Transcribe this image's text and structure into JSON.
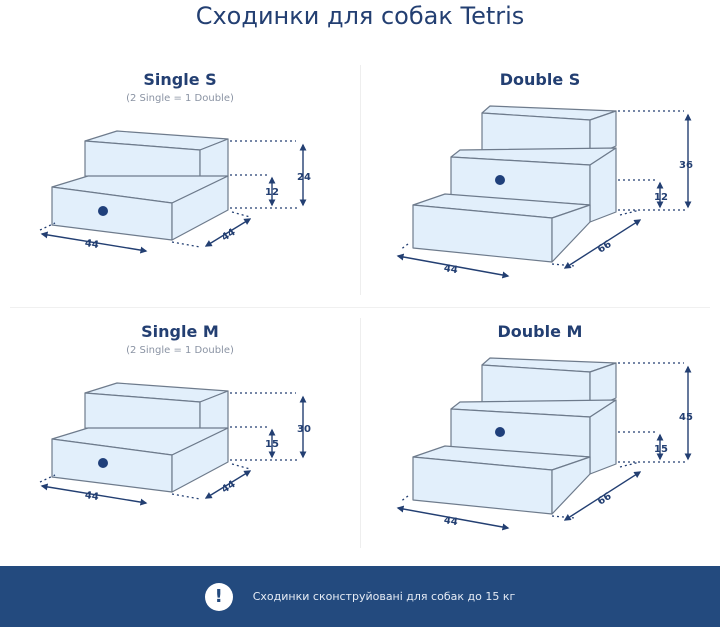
{
  "title": "Сходинки для собак Tetris",
  "cards": [
    {
      "name": "Single S",
      "note": "(2 Single = 1 Double)",
      "height_total": "24",
      "step_height": "12",
      "width": "44",
      "depth": "44"
    },
    {
      "name": "Double S",
      "height_total": "36",
      "step_height": "12",
      "width": "44",
      "depth": "66"
    },
    {
      "name": "Single M",
      "note": "(2 Single = 1 Double)",
      "height_total": "30",
      "step_height": "15",
      "width": "44",
      "depth": "44"
    },
    {
      "name": "Double M",
      "height_total": "45",
      "step_height": "15",
      "width": "44",
      "depth": "66"
    }
  ],
  "footer": {
    "icon": "exclamation-icon",
    "icon_glyph": "!",
    "text": "Сходинки сконструйовані для собак до 15 кг"
  },
  "colors": {
    "brand": "#233f72",
    "footer_bg": "#234a7e",
    "block_fill": "#e2effb"
  }
}
